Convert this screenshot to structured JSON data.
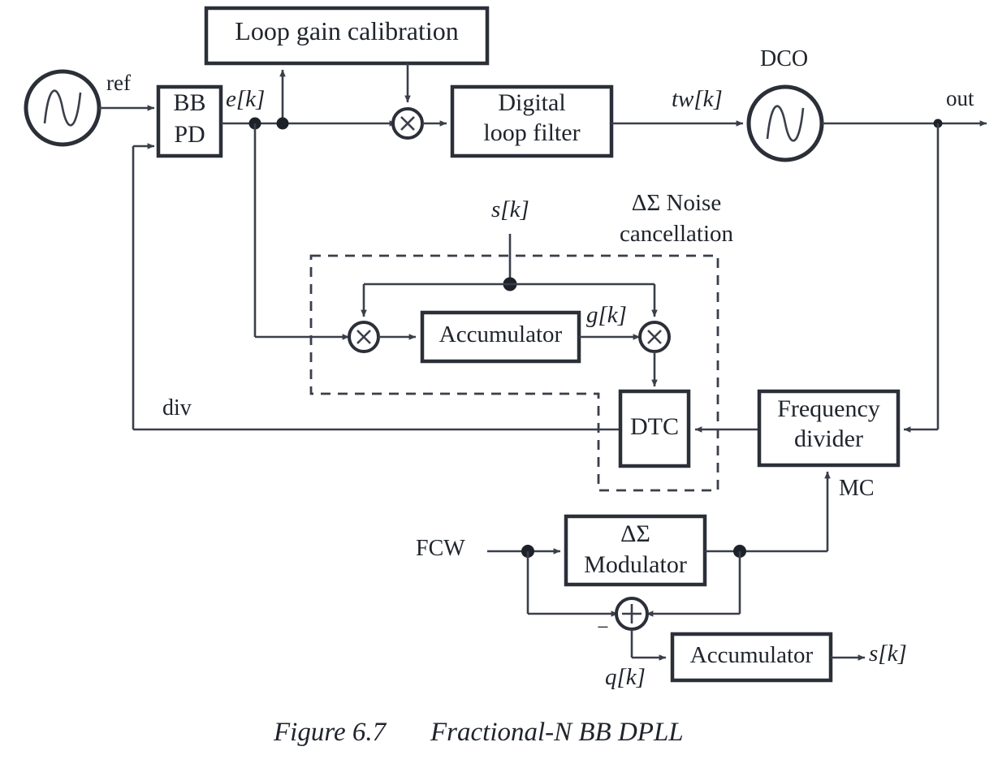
{
  "figure": {
    "caption_number": "Figure 6.7",
    "caption_text": "Fractional-N BB DPLL",
    "domain": "block-diagram"
  },
  "blocks": {
    "loop_gain_calibration": "Loop gain calibration",
    "bb_pd_line1": "BB",
    "bb_pd_line2": "PD",
    "digital_loop_filter_line1": "Digital",
    "digital_loop_filter_line2": "loop filter",
    "accumulator_top": "Accumulator",
    "dtc": "DTC",
    "frequency_divider_line1": "Frequency",
    "frequency_divider_line2": "divider",
    "dsm_line1": "ΔΣ",
    "dsm_line2": "Modulator",
    "accumulator_bottom": "Accumulator"
  },
  "signals": {
    "ref": "ref",
    "e_k": "e[k]",
    "tw_k": "tw[k]",
    "out": "out",
    "div": "div",
    "s_k_top": "s[k]",
    "g_k": "g[k]",
    "mc": "MC",
    "fcw": "FCW",
    "q_k": "q[k]",
    "s_k_out": "s[k]",
    "minus": "−"
  },
  "annotations": {
    "dco": "DCO",
    "noise_cancel_line1": "ΔΣ Noise",
    "noise_cancel_line2": "cancellation"
  },
  "icons": {
    "ref_source": "sine-oscillator-icon",
    "dco_source": "sine-oscillator-icon",
    "multiply": "multiply-operator-icon",
    "sum": "sum-operator-icon"
  },
  "colors": {
    "stroke": "#2b2f38",
    "wire": "#3a3f4a",
    "text": "#20242c",
    "background": "#ffffff"
  }
}
